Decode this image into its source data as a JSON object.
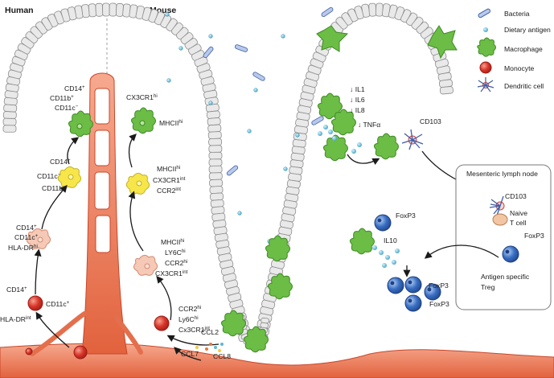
{
  "headers": {
    "human": "Human",
    "mouse": "Mouse"
  },
  "legend": {
    "bacteria": "Bacteria",
    "dietary_antigen": "Dietary antigen",
    "macrophage": "Macrophage",
    "monocyte": "Monocyte",
    "dendritic_cell": "Dendritic cell"
  },
  "human": {
    "stage4": [
      "CD14",
      "+",
      "CD11b",
      "+",
      "CD11c",
      "−"
    ],
    "stage3": [
      "CD14",
      "+",
      "CD11c",
      "−",
      "CD11b",
      "−"
    ],
    "stage2": [
      "CD14",
      "+",
      "CD11c",
      "+",
      "HLA-DR",
      "hi"
    ],
    "stage1": [
      "CD14",
      "+",
      "CD11c",
      "+",
      "HLA-DR",
      "int"
    ]
  },
  "mouse": {
    "stage4": [
      "CX3CR1",
      "hi",
      "MHCII",
      "hi"
    ],
    "stage3": [
      "MHCII",
      "hi",
      "CX3CR1",
      "int",
      "CCR2",
      "int"
    ],
    "stage2": [
      "MHCII",
      "hi",
      "LY6C",
      "hi",
      "CCR2",
      "hi",
      "CX3CR1",
      "int"
    ],
    "stage1": [
      "CCR2",
      "hi",
      "Ly6C",
      "hi",
      "Cx3CR1",
      "int"
    ]
  },
  "chemokines": {
    "ccl2": "CCL2",
    "ccl7": "CCL7",
    "ccl8": "CCL8"
  },
  "cytokines": {
    "il1": "IL1",
    "il6": "IL6",
    "il8": "IL8",
    "tnf": "TNFα",
    "down_symbol": "↓"
  },
  "dc": {
    "cd103_lumen": "CD103",
    "cd103_node": "CD103"
  },
  "lymph_node": {
    "title": "Mesenteric lymph node",
    "naive_line1": "Naive",
    "naive_line2": "T cell"
  },
  "treg": {
    "il10": "IL10",
    "foxp3_a": "FoxP3",
    "foxp3_b": "FoxP3",
    "foxp3_c": "FoxP3",
    "foxp3_node": "FoxP3",
    "antigen_specific_line1": "Antigen specific",
    "antigen_specific_line2": "Treg"
  },
  "colors": {
    "vessel": "#f08b6c",
    "vessel_dark": "#d9532f",
    "macrophage": "#6cbd45",
    "monocyte": "#d8352a",
    "dendritic": "#3d5ea8",
    "treg": "#3a6fc4",
    "dietary": "#5fb7d4",
    "yellow_cell": "#f7e64a",
    "pink_cell": "#f6c9b7"
  }
}
